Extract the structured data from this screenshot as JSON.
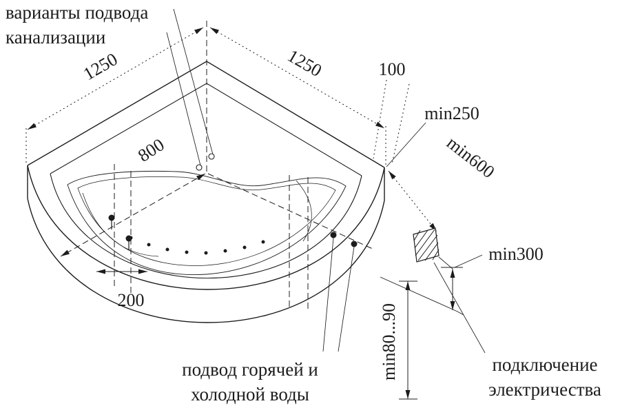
{
  "labels": {
    "sewage_line1": "варианты подвода",
    "sewage_line2": "канализации",
    "water_line1": "подвод горячей и",
    "water_line2": "холодной воды",
    "power_line1": "подключение",
    "power_line2": "электричества"
  },
  "dimensions": {
    "width_left": "1250",
    "width_right": "1250",
    "wall_gap": "100",
    "outlet_wall_min": "min250",
    "outlet_diag_min": "min600",
    "drain_diag": "800",
    "drain_offset": "200",
    "outlet_floor_min": "min300",
    "supply_height": "min80...90"
  },
  "colors": {
    "line": "#1c1c1c",
    "background": "#ffffff"
  }
}
